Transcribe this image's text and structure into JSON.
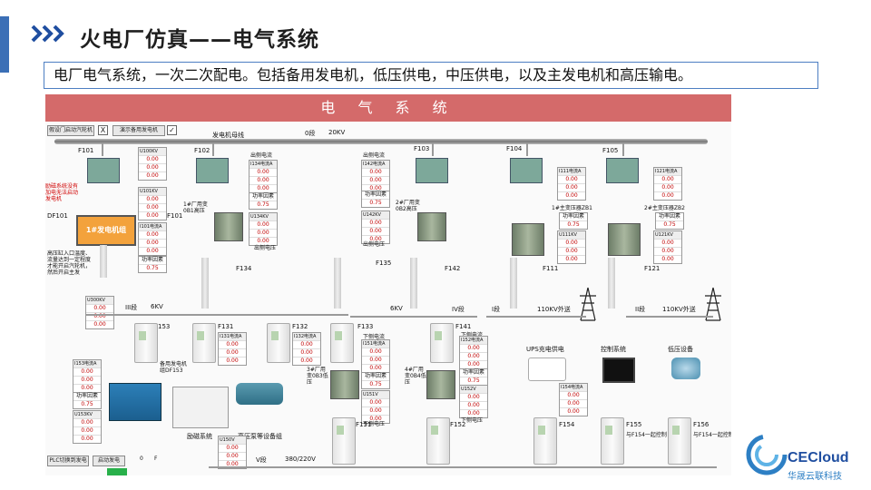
{
  "header": {
    "title": "火电厂仿真——电气系统",
    "description": "电厂电气系统，一次二次配电。包括备用发电机，低压供电，中压供电，以及主发电机和高压输电。"
  },
  "diagram": {
    "banner": "电 气 系 统",
    "buttons": {
      "btn1": "假设门启动汽轮机",
      "btn2": "演示备用发电机",
      "btn3": "PLC切换到发电",
      "btn4": "启动发电",
      "chk1": "X",
      "chk2": "✓"
    },
    "bus_labels": {
      "gen_bus": "发电机母线",
      "sec0": "0段",
      "kv20": "20KV",
      "sec3": "III段",
      "kv6a": "6KV",
      "kv6b": "6KV",
      "sec4": "IV段",
      "sec1": "I段",
      "out1": "110KV外送",
      "sec2": "II段",
      "out2": "110KV外送",
      "sec5": "V段",
      "kv380": "380/220V"
    },
    "feeders": {
      "F101": "F101",
      "F102": "F102",
      "F103": "F103",
      "F104": "F104",
      "F105": "F105",
      "F101b": "F101",
      "F134": "F134",
      "F135": "F135",
      "F142": "F142",
      "F111": "F111",
      "F121": "F121",
      "F153": "F153",
      "F131": "F131",
      "F132": "F132",
      "F133": "F133",
      "F141": "F141",
      "F151": "F151",
      "F152": "F152",
      "F154": "F154",
      "F155": "F155",
      "F156": "F156",
      "DF101": "DF101"
    },
    "text": {
      "exc_note": "励磁系统没有加电无法启动发电机",
      "gen_set": "1#发电机组",
      "start_note": "高压缸入口温度、流量达到一定程度才能开启汽轮机，然后开启主发",
      "xf1": "1#厂用变0B1高压",
      "out_current": "出侧电流",
      "out_voltage": "出侧电压",
      "out_voltage2": "出侧电压",
      "xf2": "2#厂用变0B2高压",
      "mxf1": "1#主变压器ZB1",
      "mxf2": "2#主变压器ZB2",
      "down_current": "下侧电流",
      "down_voltage": "下侧电压",
      "down_voltage2": "下侧电压",
      "standby": "备用发电机组DF153",
      "xf3": "3#厂用变0B3低压",
      "xf4": "4#厂用变0B4低压",
      "ups": "UPS充电供电",
      "ctrl": "控制系统",
      "lv": "低压设备",
      "exc_sys": "励磁系统",
      "hp_pump": "高压泵等设备组",
      "link1": "与F154一起控制",
      "link2": "与F154一起控制",
      "pf_label": "功率因素",
      "o": "0",
      "f": "F"
    },
    "meters": [
      {
        "h": "U100KV",
        "v": [
          "0.00",
          "0.00",
          "0.00"
        ]
      },
      {
        "h": "U101KV",
        "v": [
          "0.00",
          "0.00",
          "0.00"
        ]
      },
      {
        "h": "I101电流A",
        "v": [
          "0.00",
          "0.00",
          "0.00"
        ]
      },
      {
        "h": "I134电流A",
        "v": [
          "0.00",
          "0.00",
          "0.00"
        ]
      },
      {
        "h": "U134KV",
        "v": [
          "0.00",
          "0.00",
          "0.00"
        ]
      },
      {
        "h": "I142电流A",
        "v": [
          "0.00",
          "0.00",
          "0.00"
        ]
      },
      {
        "h": "U142KV",
        "v": [
          "0.00",
          "0.00",
          "0.00"
        ]
      },
      {
        "h": "I111电流A",
        "v": [
          "0.00",
          "0.00",
          "0.00"
        ]
      },
      {
        "h": "U111KV",
        "v": [
          "0.00",
          "0.00",
          "0.00"
        ]
      },
      {
        "h": "I121电流A",
        "v": [
          "0.00",
          "0.00",
          "0.00"
        ]
      },
      {
        "h": "U121KV",
        "v": [
          "0.00",
          "0.00",
          "0.00"
        ]
      },
      {
        "h": "U300KV",
        "v": [
          "0.00",
          "0.00",
          "0.00"
        ]
      },
      {
        "h": "I153电流A",
        "v": [
          "0.00",
          "0.00",
          "0.00"
        ]
      },
      {
        "h": "U153KV",
        "v": [
          "0.00",
          "0.00",
          "0.00"
        ]
      },
      {
        "h": "I131电流A",
        "v": [
          "0.00",
          "0.00",
          "0.00"
        ]
      },
      {
        "h": "I132电流A",
        "v": [
          "0.00",
          "0.00",
          "0.00"
        ]
      },
      {
        "h": "I151电流A",
        "v": [
          "0.00",
          "0.00",
          "0.00"
        ]
      },
      {
        "h": "U151V",
        "v": [
          "0.00",
          "0.00",
          "0.00"
        ]
      },
      {
        "h": "I152电流A",
        "v": [
          "0.00",
          "0.00",
          "0.00"
        ]
      },
      {
        "h": "U152V",
        "v": [
          "0.00",
          "0.00",
          "0.00"
        ]
      },
      {
        "h": "I154电流A",
        "v": [
          "0.00",
          "0.00",
          "0.00"
        ]
      },
      {
        "h": "U150V",
        "v": [
          "0.00",
          "0.00",
          "0.00"
        ]
      }
    ],
    "power_factors": [
      "0.75",
      "0.75",
      "0.75",
      "0.75",
      "0.75",
      "0.75",
      "0.75",
      "0.75"
    ]
  },
  "logo": {
    "name": "CECloud",
    "company": "华晟云联科技",
    "brand_color": "#1f4ea0"
  }
}
